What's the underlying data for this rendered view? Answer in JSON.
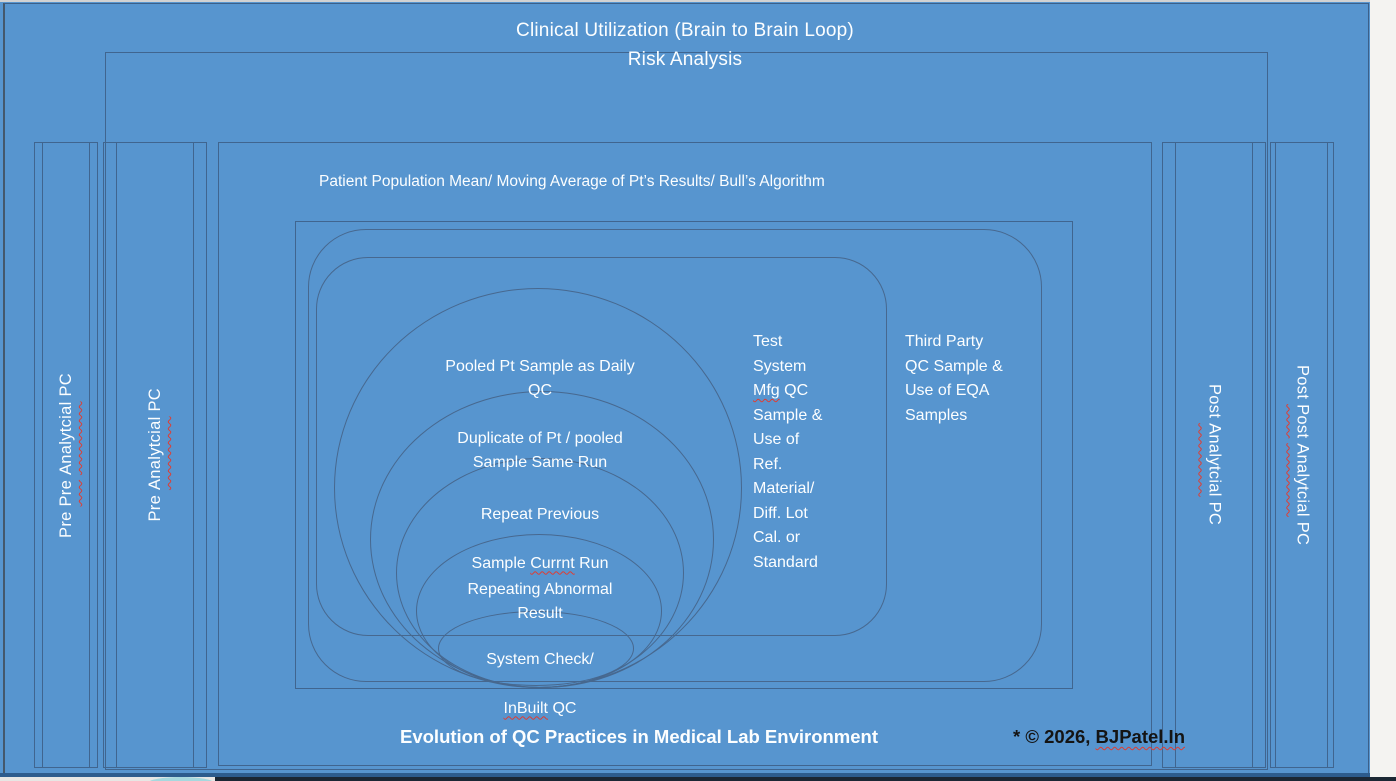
{
  "slide": {
    "title": "Clinical Utilization (Brain to Brain Loop)",
    "background_color": "#5795CF",
    "line_color": "#40658F",
    "text_color": "#FCFEFF",
    "spellcheck_color": "#E03C31"
  },
  "risk": {
    "title": "Risk Analysis"
  },
  "patient": {
    "title": "Patient Population Mean/ Moving Average of Pt’s Results/ Bull’s Algorithm"
  },
  "bars": {
    "pre_pre": {
      "s1": "Pre ",
      "s2": "Pre",
      "s3": " ",
      "s4": "Analytcial",
      "s5": " PC"
    },
    "pre": {
      "s1": "Pre ",
      "s2": "Analytcial",
      "s3": " PC"
    },
    "post": {
      "s1": "Post ",
      "s2": "Analytcial",
      "s3": " PC"
    },
    "post_post": {
      "s1": "Post ",
      "s2": "Post",
      "s3": " ",
      "s4": "Analytcial",
      "s5": " PC"
    }
  },
  "onion": {
    "e1": {
      "l1": "Pooled Pt Sample as Daily",
      "l2": "QC"
    },
    "e2": {
      "l1": "Duplicate of Pt / pooled",
      "l2": "Sample Same Run"
    },
    "e3": {
      "l1": "Repeat Previous",
      "l2a": "Sample ",
      "l2b": "Currnt",
      "l2c": " Run"
    },
    "e4": {
      "l1": "Repeating Abnormal",
      "l2": "Result"
    },
    "e5": {
      "l1": "System Check/",
      "l2a": "",
      "l2b": "InBuilt",
      "l2c": " QC"
    }
  },
  "test_system": {
    "l1": "Test",
    "l2": "System",
    "l3a": "Mfg",
    "l3b": " QC",
    "l4": "Sample &",
    "l5": "Use of",
    "l6": "Ref.",
    "l7": "Material/",
    "l8": "Diff. Lot",
    "l9": "Cal. or",
    "l10": "Standard"
  },
  "third_party": {
    "l1": "Third Party",
    "l2": "QC Sample &",
    "l3": "Use of EQA",
    "l4": "Samples"
  },
  "footer": {
    "title": "Evolution of QC Practices in Medical Lab Environment",
    "copyright": "* © 2026, ",
    "brand": "BJPatel.In"
  }
}
